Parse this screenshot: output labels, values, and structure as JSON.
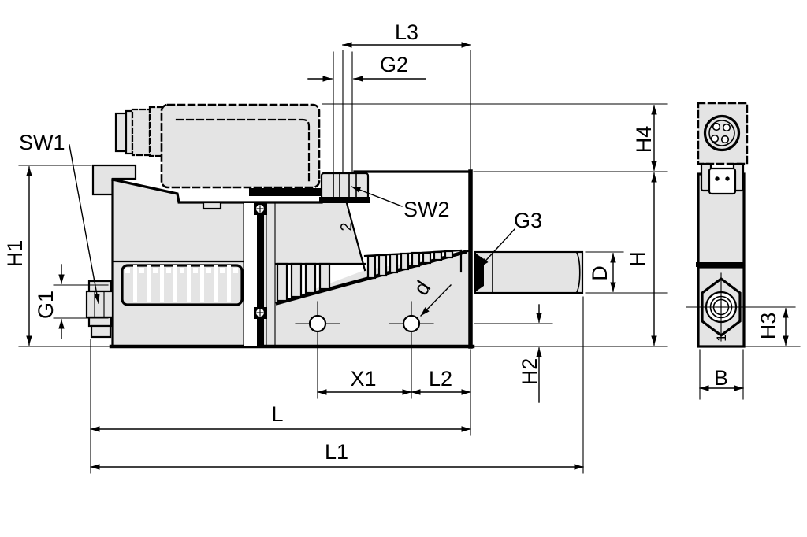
{
  "labels": {
    "sw1": "SW1",
    "h1": "H1",
    "g1": "G1",
    "l3": "L3",
    "g2": "G2",
    "sw2": "SW2",
    "port_top": "2",
    "g3": "G3",
    "d_lower": "d",
    "d_upper": "D",
    "h": "H",
    "h4": "H4",
    "h2": "H2",
    "x1": "X1",
    "l2": "L2",
    "l": "L",
    "l1": "L1",
    "b": "B",
    "h3": "H3",
    "port_bottom": "1"
  },
  "colors": {
    "background": "#ffffff",
    "body_fill": "#e4e4e4",
    "line_color": "#000000"
  }
}
